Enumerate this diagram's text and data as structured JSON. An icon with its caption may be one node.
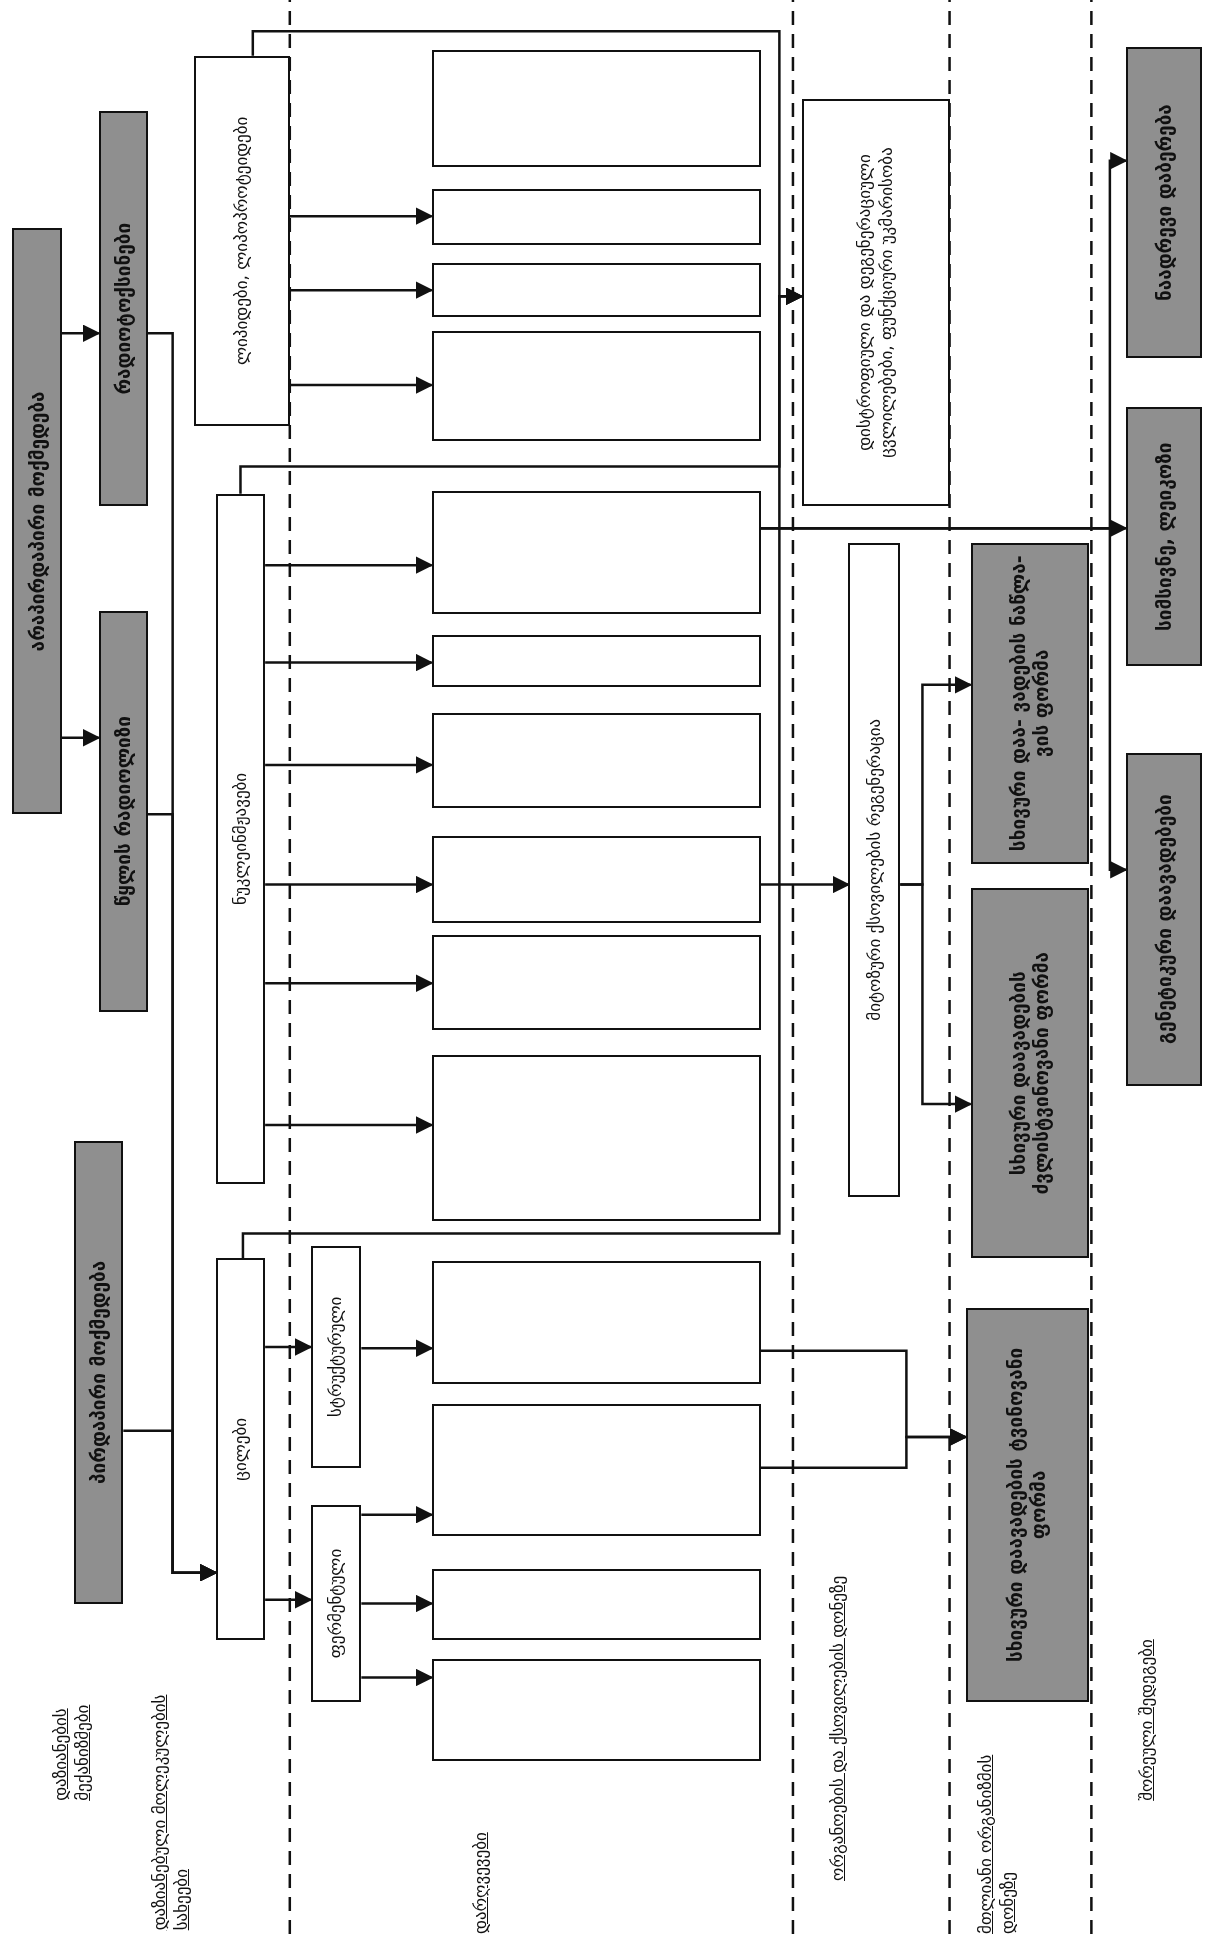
{
  "diagram": {
    "nodes": [
      {
        "text": [
          "არაპირდაპირი მოქმედება"
        ]
      },
      {
        "text": [
          "რადიოტოქსინები"
        ]
      },
      {
        "text": [
          "წყლის რადიოლიზი"
        ]
      },
      {
        "text": [
          "პირდაპირი მოქმედება"
        ]
      },
      {
        "text": [
          "ლიპიდები, ლიპოპროტეიდები"
        ]
      },
      {
        "text": [
          "ნუკლეინმჟავები"
        ]
      },
      {
        "text": [
          "ცილები"
        ]
      },
      {
        "text": [
          "სტრუქტურული"
        ]
      },
      {
        "text": [
          "ფერმენტული"
        ]
      },
      {
        "text": [],
        "shape": "box"
      },
      {
        "text": [],
        "shape": "box"
      },
      {
        "text": [],
        "shape": "box"
      },
      {
        "text": [],
        "shape": "box"
      },
      {
        "text": [],
        "shape": "box"
      },
      {
        "text": [],
        "shape": "box"
      },
      {
        "text": [],
        "shape": "box"
      },
      {
        "text": [],
        "shape": "box"
      },
      {
        "text": [],
        "shape": "box"
      },
      {
        "text": [],
        "shape": "box"
      },
      {
        "text": [],
        "shape": "box"
      },
      {
        "text": [],
        "shape": "box"
      },
      {
        "text": [],
        "shape": "box"
      },
      {
        "text": [],
        "shape": "box"
      },
      {
        "text": [
          "დისტროფიული და დეგენერაციული ცვლილებები, ფუნქციური უკმარისობა"
        ]
      },
      {
        "text": [
          "მიტოზური ქსოვილების რეგენერაცია"
        ]
      },
      {
        "text": [
          "სხივური დაა- ვადების ნაწლა- ვის ფორმა"
        ]
      },
      {
        "text": [
          "სხივური დაავადების ძვლისტვინოვანი ფორმა"
        ]
      },
      {
        "text": [
          "სხივური დაავადების ტვინოვანი ფორმა"
        ]
      },
      {
        "text": [
          "ნაადრევი დაბერება"
        ]
      },
      {
        "text": [
          "სიმსივნე, ლეიკოზი"
        ]
      },
      {
        "text": [
          "გენეტიკური დაავადებები"
        ]
      }
    ],
    "edges": [
      {
        "from": 0,
        "to": 1,
        "arrow": "to"
      },
      {
        "from": 0,
        "to": 2,
        "arrow": "to"
      },
      {
        "from": 1,
        "to": 6,
        "arrow": "to"
      },
      {
        "from": 2,
        "to": 6,
        "arrow": "to"
      },
      {
        "from": 3,
        "to": 6,
        "arrow": "to"
      },
      {
        "from": 4,
        "to": 10,
        "arrow": "to"
      },
      {
        "from": 4,
        "to": 11,
        "arrow": "to"
      },
      {
        "from": 4,
        "to": 12,
        "arrow": "to"
      },
      {
        "from": 5,
        "to": 13,
        "arrow": "to"
      },
      {
        "from": 5,
        "to": 14,
        "arrow": "to"
      },
      {
        "from": 5,
        "to": 15,
        "arrow": "to"
      },
      {
        "from": 5,
        "to": 16,
        "arrow": "to"
      },
      {
        "from": 5,
        "to": 17,
        "arrow": "to"
      },
      {
        "from": 5,
        "to": 18,
        "arrow": "to"
      },
      {
        "from": 6,
        "to": 7,
        "arrow": "to"
      },
      {
        "from": 6,
        "to": 8,
        "arrow": "to"
      },
      {
        "from": 7,
        "to": 19,
        "arrow": "to"
      },
      {
        "from": 8,
        "to": 20,
        "arrow": "to"
      },
      {
        "from": 8,
        "to": 21,
        "arrow": "to"
      },
      {
        "from": 8,
        "to": 22,
        "arrow": "to"
      },
      {
        "from": 4,
        "to": 23,
        "arrow": "to"
      },
      {
        "from": 5,
        "to": 23,
        "arrow": "to"
      },
      {
        "from": 6,
        "to": 23,
        "arrow": "to"
      },
      {
        "from": 16,
        "to": 24,
        "arrow": "to"
      },
      {
        "from": 24,
        "to": 25,
        "arrow": "to"
      },
      {
        "from": 24,
        "to": 26,
        "arrow": "to"
      },
      {
        "from": 19,
        "to": 27,
        "arrow": "to"
      },
      {
        "from": 20,
        "to": 27,
        "arrow": "to"
      },
      {
        "from": 13,
        "to": 28,
        "arrow": "to"
      },
      {
        "from": 13,
        "to": 29,
        "arrow": "to"
      },
      {
        "from": 13,
        "to": 30,
        "arrow": "to"
      }
    ],
    "labels": [
      "დაზიანების მექანიზმები",
      "დაზიანებული მოლეკულების სახეები",
      "დარღვევები",
      "ორგანოების და ქსოვილების დონეზე",
      "მთლიანი ორგანიზმის დონეზე",
      "შორეული შედეგები"
    ]
  }
}
